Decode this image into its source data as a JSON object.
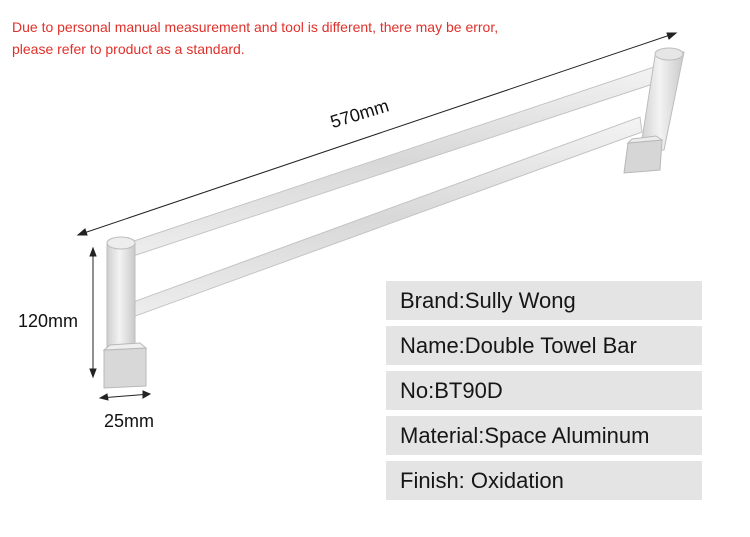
{
  "disclaimer": {
    "line1": "Due to personal manual measurement and tool is different, there may be error,",
    "line2": "please refer to product as a standard."
  },
  "dimensions": {
    "length": "570mm",
    "height": "120mm",
    "width": "25mm"
  },
  "specs": [
    {
      "text": "Brand:Sully Wong"
    },
    {
      "text": "Name:Double Towel Bar"
    },
    {
      "text": "No:BT90D"
    },
    {
      "text": "Material:Space Aluminum"
    },
    {
      "text": "Finish: Oxidation"
    }
  ],
  "colors": {
    "disclaimer": "#e0302a",
    "spec_background": "#e4e4e4",
    "metal": "#d9d9d9"
  }
}
